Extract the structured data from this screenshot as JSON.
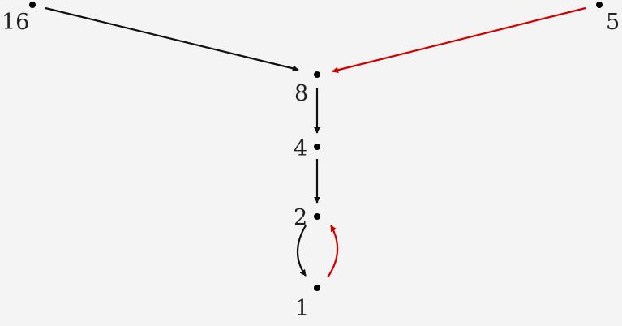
{
  "diagram": {
    "colors": {
      "background": "#f4f4f4",
      "black_edge": "#111111",
      "red_edge": "#d00000",
      "node": "#000000",
      "text": "#222222"
    },
    "nodes": [
      {
        "id": "16",
        "label": "16"
      },
      {
        "id": "5",
        "label": "5"
      },
      {
        "id": "8",
        "label": "8"
      },
      {
        "id": "4",
        "label": "4"
      },
      {
        "id": "2",
        "label": "2"
      },
      {
        "id": "1",
        "label": "1"
      }
    ],
    "edges": [
      {
        "from": "16",
        "to": "8",
        "color": "black"
      },
      {
        "from": "5",
        "to": "8",
        "color": "red"
      },
      {
        "from": "8",
        "to": "4",
        "color": "black"
      },
      {
        "from": "4",
        "to": "2",
        "color": "black"
      },
      {
        "from": "2",
        "to": "1",
        "color": "black"
      },
      {
        "from": "1",
        "to": "2",
        "color": "red"
      }
    ]
  }
}
